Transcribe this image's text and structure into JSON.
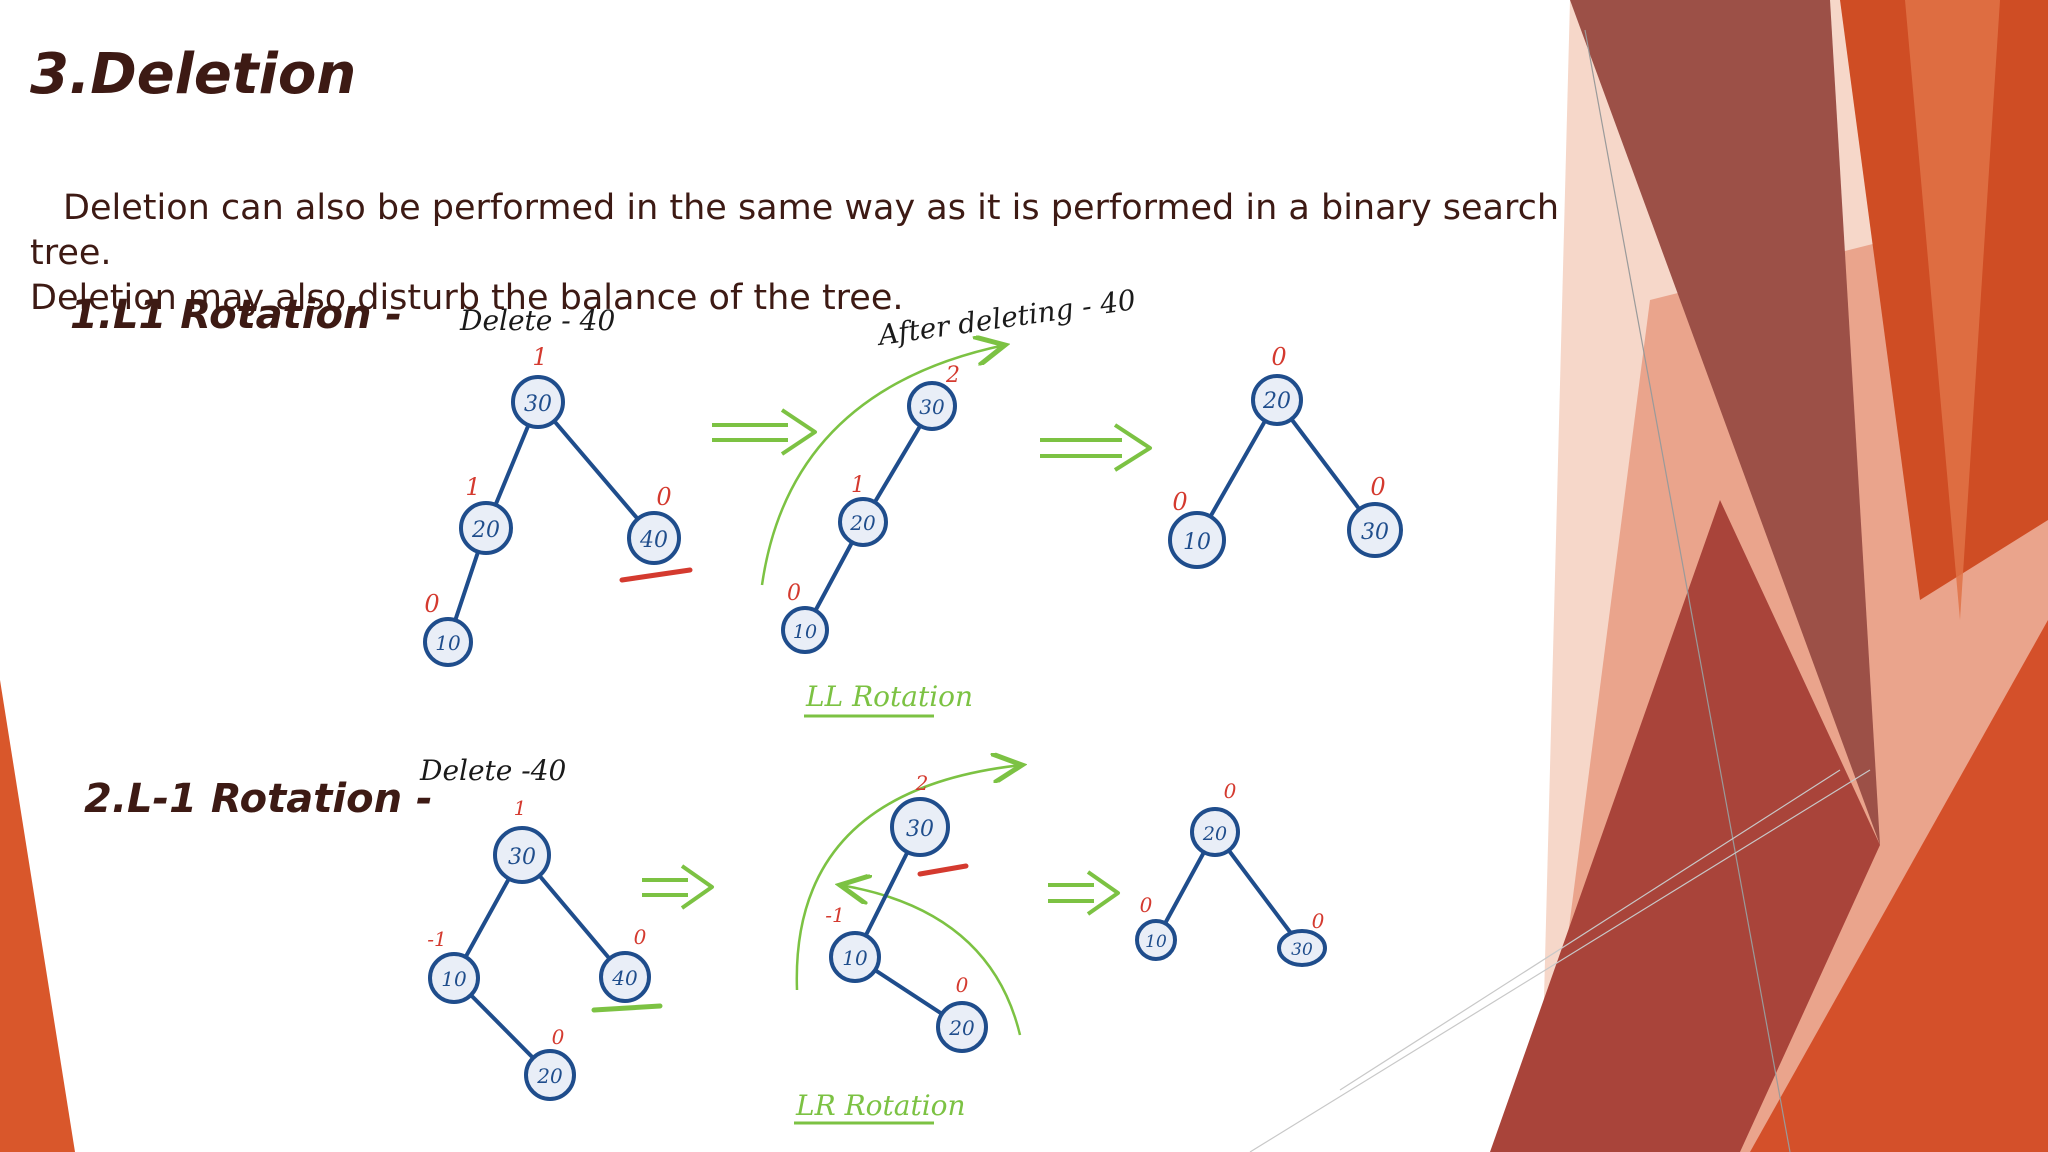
{
  "slide": {
    "title": "3.Deletion",
    "body_line_1": "Deletion can also be performed in the same way as it is performed in a binary search tree.",
    "body_line_2": "Deletion may also disturb the balance of the tree."
  },
  "sections": [
    {
      "label": "1.L1 Rotation -",
      "delete_note": "Delete - 40",
      "after_note": "After deleting - 40",
      "rotation_caption": "LL Rotation",
      "before_tree": {
        "nodes": [
          {
            "value": "30",
            "balance": "1"
          },
          {
            "value": "20",
            "balance": "1"
          },
          {
            "value": "40",
            "balance": "0"
          },
          {
            "value": "10",
            "balance": "0"
          }
        ]
      },
      "after_delete_tree": {
        "nodes": [
          {
            "value": "30",
            "balance": "2"
          },
          {
            "value": "20",
            "balance": "1"
          },
          {
            "value": "10",
            "balance": "0"
          }
        ]
      },
      "result_tree": {
        "nodes": [
          {
            "value": "20",
            "balance": "0"
          },
          {
            "value": "10",
            "balance": "0"
          },
          {
            "value": "30",
            "balance": "0"
          }
        ]
      }
    },
    {
      "label": "2.L-1 Rotation -",
      "delete_note": "Delete -40",
      "rotation_caption": "LR Rotation",
      "before_tree": {
        "nodes": [
          {
            "value": "30",
            "balance": "1"
          },
          {
            "value": "10",
            "balance": "-1"
          },
          {
            "value": "40",
            "balance": "0"
          },
          {
            "value": "20",
            "balance": "0"
          }
        ]
      },
      "after_delete_tree": {
        "nodes": [
          {
            "value": "30",
            "balance": "2"
          },
          {
            "value": "10",
            "balance": "-1"
          },
          {
            "value": "20",
            "balance": "0"
          }
        ]
      },
      "result_tree": {
        "nodes": [
          {
            "value": "20",
            "balance": "0"
          },
          {
            "value": "10",
            "balance": "0"
          },
          {
            "value": "30",
            "balance": "0"
          }
        ]
      }
    }
  ],
  "colors": {
    "title_text": "#3d1a14",
    "node_fill": "#e9eef7",
    "node_stroke": "#1f4d8c",
    "balance_text": "#d43a2f",
    "arrow_green": "#7cc243",
    "theme_orange": "#d9572b",
    "theme_brown": "#8b3a2e"
  }
}
